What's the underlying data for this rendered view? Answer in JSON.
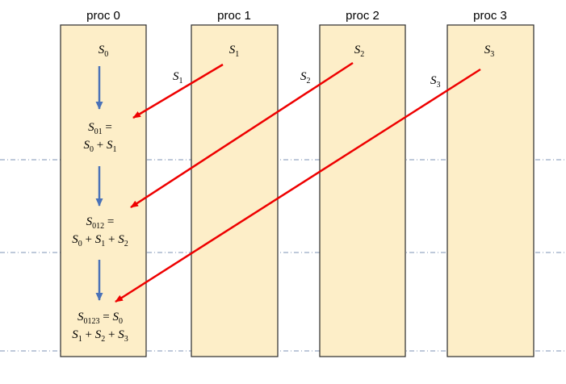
{
  "columns": [
    {
      "label": "proc 0",
      "value_symbol": "S",
      "value_sub": "0"
    },
    {
      "label": "proc 1",
      "value_symbol": "S",
      "value_sub": "1"
    },
    {
      "label": "proc 2",
      "value_symbol": "S",
      "value_sub": "2"
    },
    {
      "label": "proc 3",
      "value_symbol": "S",
      "value_sub": "3"
    }
  ],
  "messages": [
    {
      "symbol": "S",
      "sub": "1"
    },
    {
      "symbol": "S",
      "sub": "2"
    },
    {
      "symbol": "S",
      "sub": "3"
    }
  ],
  "steps": [
    {
      "line1": {
        "symbol": "S",
        "sub": "01",
        "rest": " ="
      },
      "line2": [
        {
          "s": "S",
          "sub": "0"
        },
        {
          "op": " + "
        },
        {
          "s": "S",
          "sub": "1"
        }
      ]
    },
    {
      "line1": {
        "symbol": "S",
        "sub": "012",
        "rest": " ="
      },
      "line2": [
        {
          "s": "S",
          "sub": "0"
        },
        {
          "op": " + "
        },
        {
          "s": "S",
          "sub": "1"
        },
        {
          "op": " + "
        },
        {
          "s": "S",
          "sub": "2"
        }
      ]
    },
    {
      "line1": {
        "symbol": "S",
        "sub": "0123",
        "rest": " = ",
        "tail_symbol": "S",
        "tail_sub": "0"
      },
      "line2": [
        {
          "s": "S",
          "sub": "1"
        },
        {
          "op": " + "
        },
        {
          "s": "S",
          "sub": "2"
        },
        {
          "op": " + "
        },
        {
          "s": "S",
          "sub": "3"
        }
      ]
    }
  ],
  "colors": {
    "column_fill": "#fdeec8",
    "arrow_local": "#4a72b8",
    "arrow_message": "#ee0000",
    "separator": "#7c93b6"
  }
}
